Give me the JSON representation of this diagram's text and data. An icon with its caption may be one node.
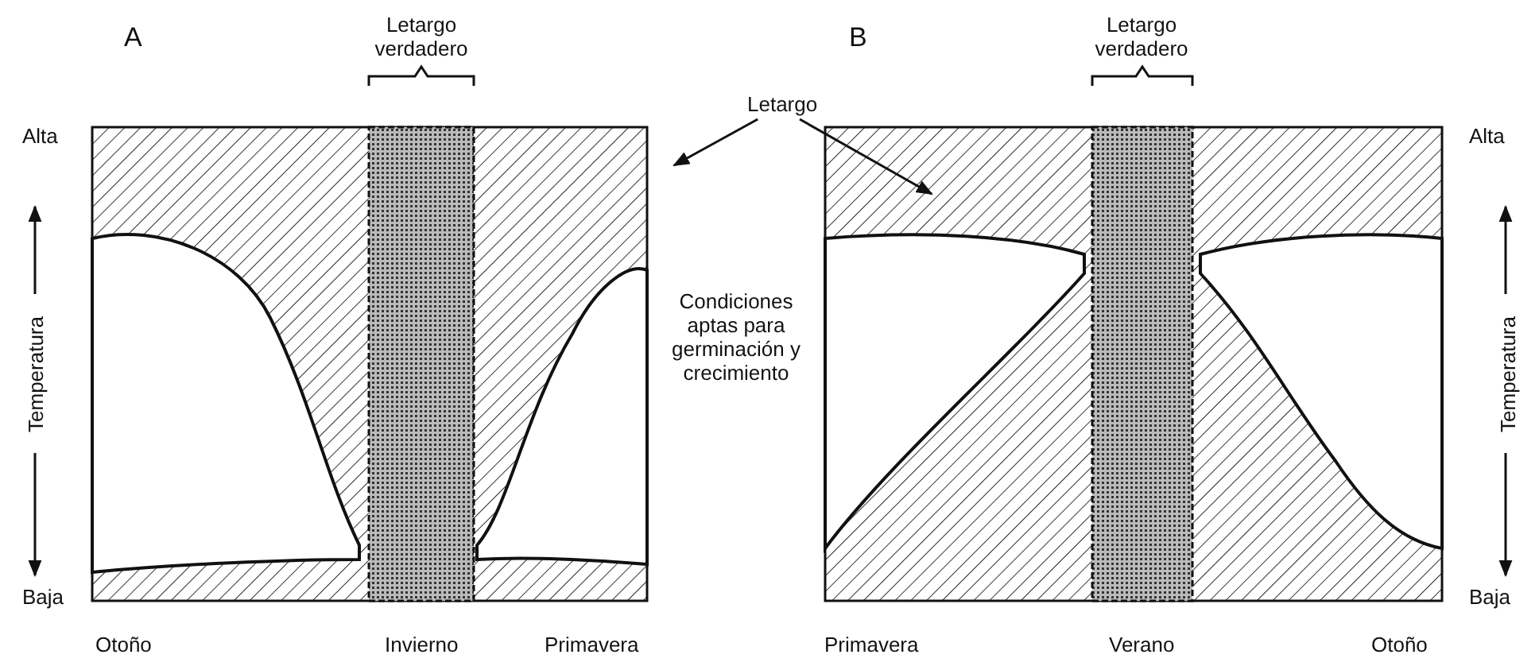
{
  "diagram": {
    "nodes": [
      {
        "text": [
          "Letargo"
        ]
      },
      {
        "text": [],
        "shape": "picture"
      },
      {
        "text": [],
        "shape": "picture"
      }
    ],
    "edges": [
      {
        "from": 0,
        "to": 1,
        "arrow": "to"
      },
      {
        "from": 0,
        "to": 2,
        "arrow": "to"
      }
    ],
    "labels": [
      "A",
      "Letargo verdadero",
      "B",
      "Letargo verdadero",
      "Alta",
      "Alta",
      "Temperatura",
      "Condiciones aptas para germinación y crecimiento",
      "Temperatura",
      "Baja",
      "Baja",
      "Otoño",
      "Invierno",
      "Primavera",
      "Primavera",
      "Verano",
      "Otoño"
    ]
  }
}
